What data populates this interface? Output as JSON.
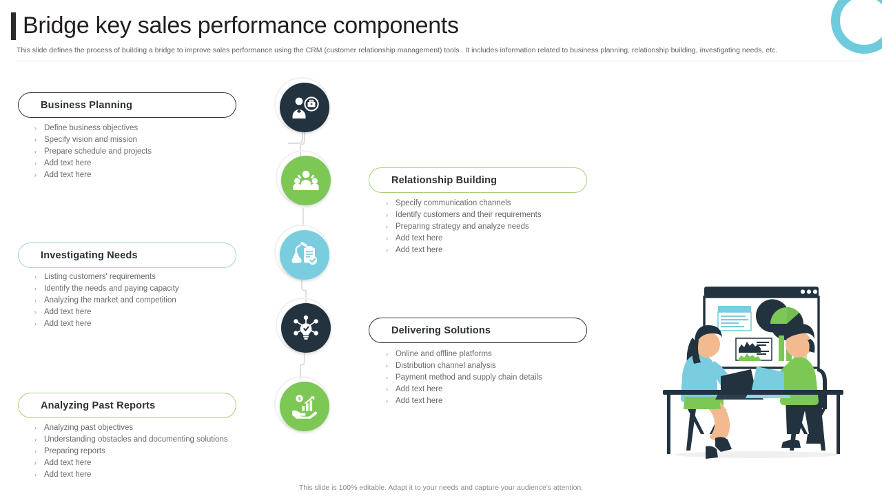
{
  "header": {
    "title": "Bridge key sales performance components",
    "subtitle": "This slide defines the process of building a bridge to improve sales performance using the CRM (customer relationship management) tools . It includes information related to business planning, relationship building, investigating needs, etc.",
    "accent_bar_color": "#2b2b2b",
    "corner_ring_color": "#6ECBDC"
  },
  "bullet_glyph": "›",
  "cards": [
    {
      "id": "business-planning",
      "title": "Business Planning",
      "border_color": "#2f3437",
      "bullets": [
        "Define business objectives",
        "Specify vision and mission",
        "Prepare schedule and projects",
        "Add text here",
        "Add text here"
      ]
    },
    {
      "id": "relationship-building",
      "title": "Relationship Building",
      "border_color": "#a8cf7c",
      "bullets": [
        "Specify communication channels",
        "Identify customers and their requirements",
        "Preparing strategy and analyze needs",
        "Add text here",
        "Add text here"
      ]
    },
    {
      "id": "investigating-needs",
      "title": "Investigating Needs",
      "border_color": "#9ed7de",
      "bullets": [
        "Listing customers' requirements",
        "Identify the needs and paying capacity",
        "Analyzing the market and  competition",
        "Add text here",
        "Add text here"
      ]
    },
    {
      "id": "delivering-solutions",
      "title": "Delivering Solutions",
      "border_color": "#2f3437",
      "bullets": [
        "Online and offline platforms",
        "Distribution channel analysis",
        "Payment method and supply chain details",
        "Add text here",
        "Add text here"
      ]
    },
    {
      "id": "analyzing-past-reports",
      "title": "Analyzing Past Reports",
      "border_color": "#a8cf7c",
      "bullets": [
        "Analyzing past objectives",
        "Understanding obstacles and documenting solutions",
        "Preparing reports",
        "Add text here",
        "Add text here"
      ]
    }
  ],
  "process_nodes": [
    {
      "icon": "businessman-briefcase-icon",
      "color": "#22333f",
      "linked_card": "business-planning"
    },
    {
      "icon": "team-people-icon",
      "color": "#7DC855",
      "linked_card": "relationship-building"
    },
    {
      "icon": "flask-clipboard-research-icon",
      "color": "#7ACDDF",
      "linked_card": "investigating-needs"
    },
    {
      "icon": "lightbulb-network-idea-icon",
      "color": "#22333f",
      "linked_card": "delivering-solutions"
    },
    {
      "icon": "hand-growth-chart-icon",
      "color": "#7DC855",
      "linked_card": "analyzing-past-reports"
    }
  ],
  "illustration": {
    "name": "two-people-meeting-with-laptops-and-dashboard-screen",
    "colors": {
      "navy": "#22333f",
      "green": "#7DC855",
      "teal": "#7ACDDF",
      "skin": "#f3b98f"
    }
  },
  "footer": {
    "note": "This slide is 100% editable. Adapt it to your needs and capture your audience's attention."
  }
}
